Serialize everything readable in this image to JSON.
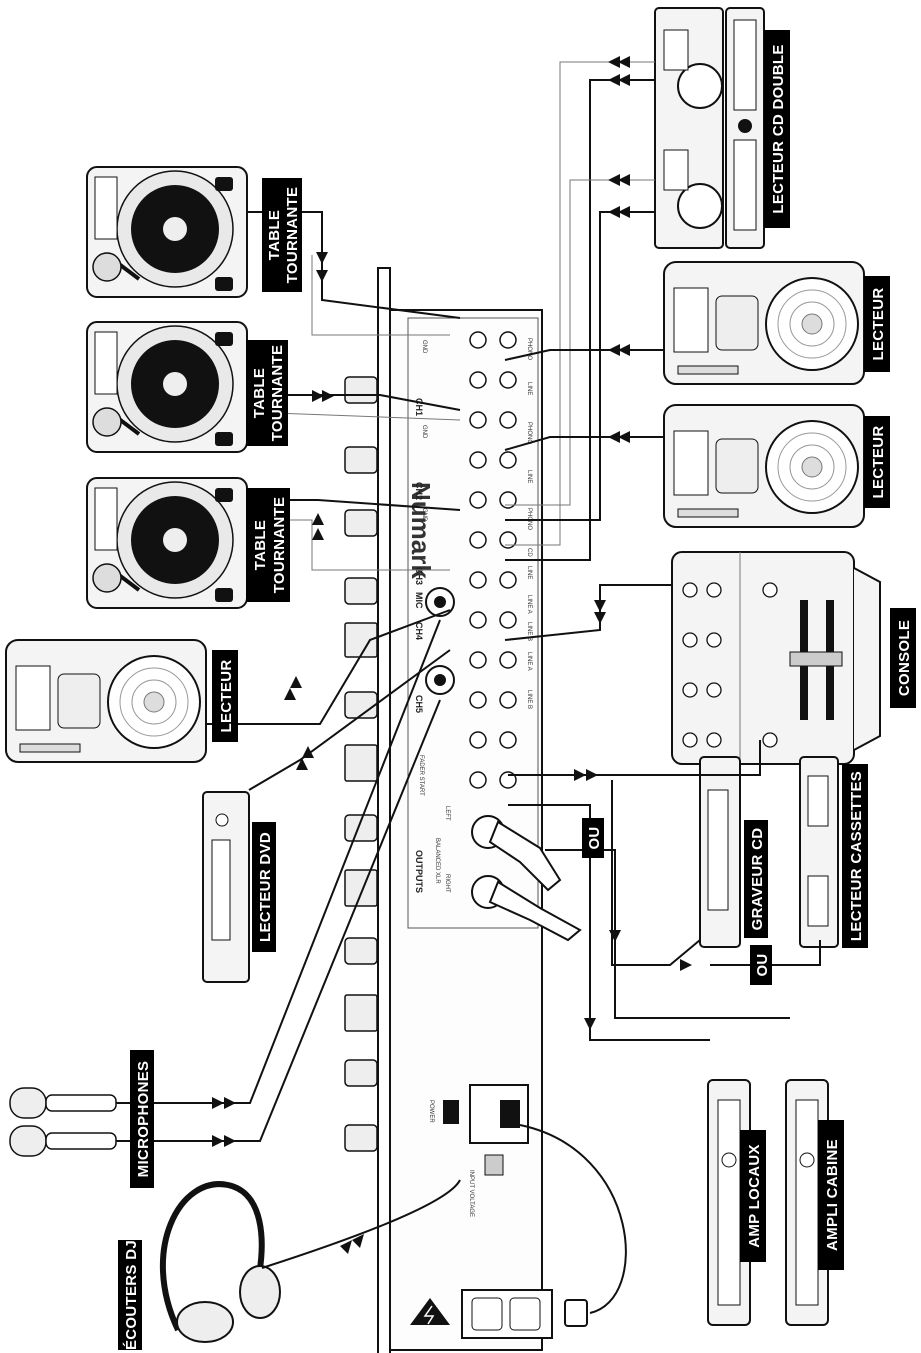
{
  "labels": {
    "turntable": "TABLE TOURNANTE",
    "turntable_line1": "TABLE",
    "turntable_line2": "TOURNANTE",
    "player": "LECTEUR",
    "dual_cd": "LECTEUR CD DOUBLE",
    "console": "CONSOLE",
    "dvd": "LECTEUR DVD",
    "cd_burner": "GRAVEUR CD",
    "cassette": "LECTEUR CASSETTES",
    "or": "OU",
    "amp_local": "AMP LOCAUX",
    "amp_booth": "AMPLI CABINE",
    "microphones": "MICROPHONES",
    "headphones": "ÉCOUTERS DJ"
  },
  "mixer": {
    "brand": "Numark",
    "channels": [
      "CH1",
      "CH2",
      "CH3",
      "CH4",
      "CH5"
    ],
    "mic": "MIC",
    "gnd": "GND",
    "inputs": [
      "PHONO",
      "LINE",
      "PHONO",
      "LINE",
      "PHONO",
      "CD",
      "LINE",
      "LINE A",
      "LINE B",
      "LINE A",
      "LINE B"
    ],
    "outputs": "OUTPUTS",
    "balanced": "BALANCED XLR",
    "left": "LEFT",
    "right": "RIGHT",
    "power": "POWER",
    "input_voltage": "INPUT VOLTAGE",
    "fader_start": "FADER START"
  },
  "colors": {
    "ink": "#111111",
    "label_bg": "#000000",
    "label_fg": "#ffffff",
    "device_fill": "#f4f4f4"
  },
  "icons": [
    "turntable-icon",
    "cd-player-icon",
    "dual-cd-icon",
    "mixer-console-icon",
    "dvd-player-icon",
    "cd-burner-icon",
    "cassette-deck-icon",
    "amplifier-icon",
    "microphone-icon",
    "headphones-icon",
    "power-outlet-icon",
    "power-plug-icon",
    "high-voltage-icon",
    "arrow-icon"
  ]
}
